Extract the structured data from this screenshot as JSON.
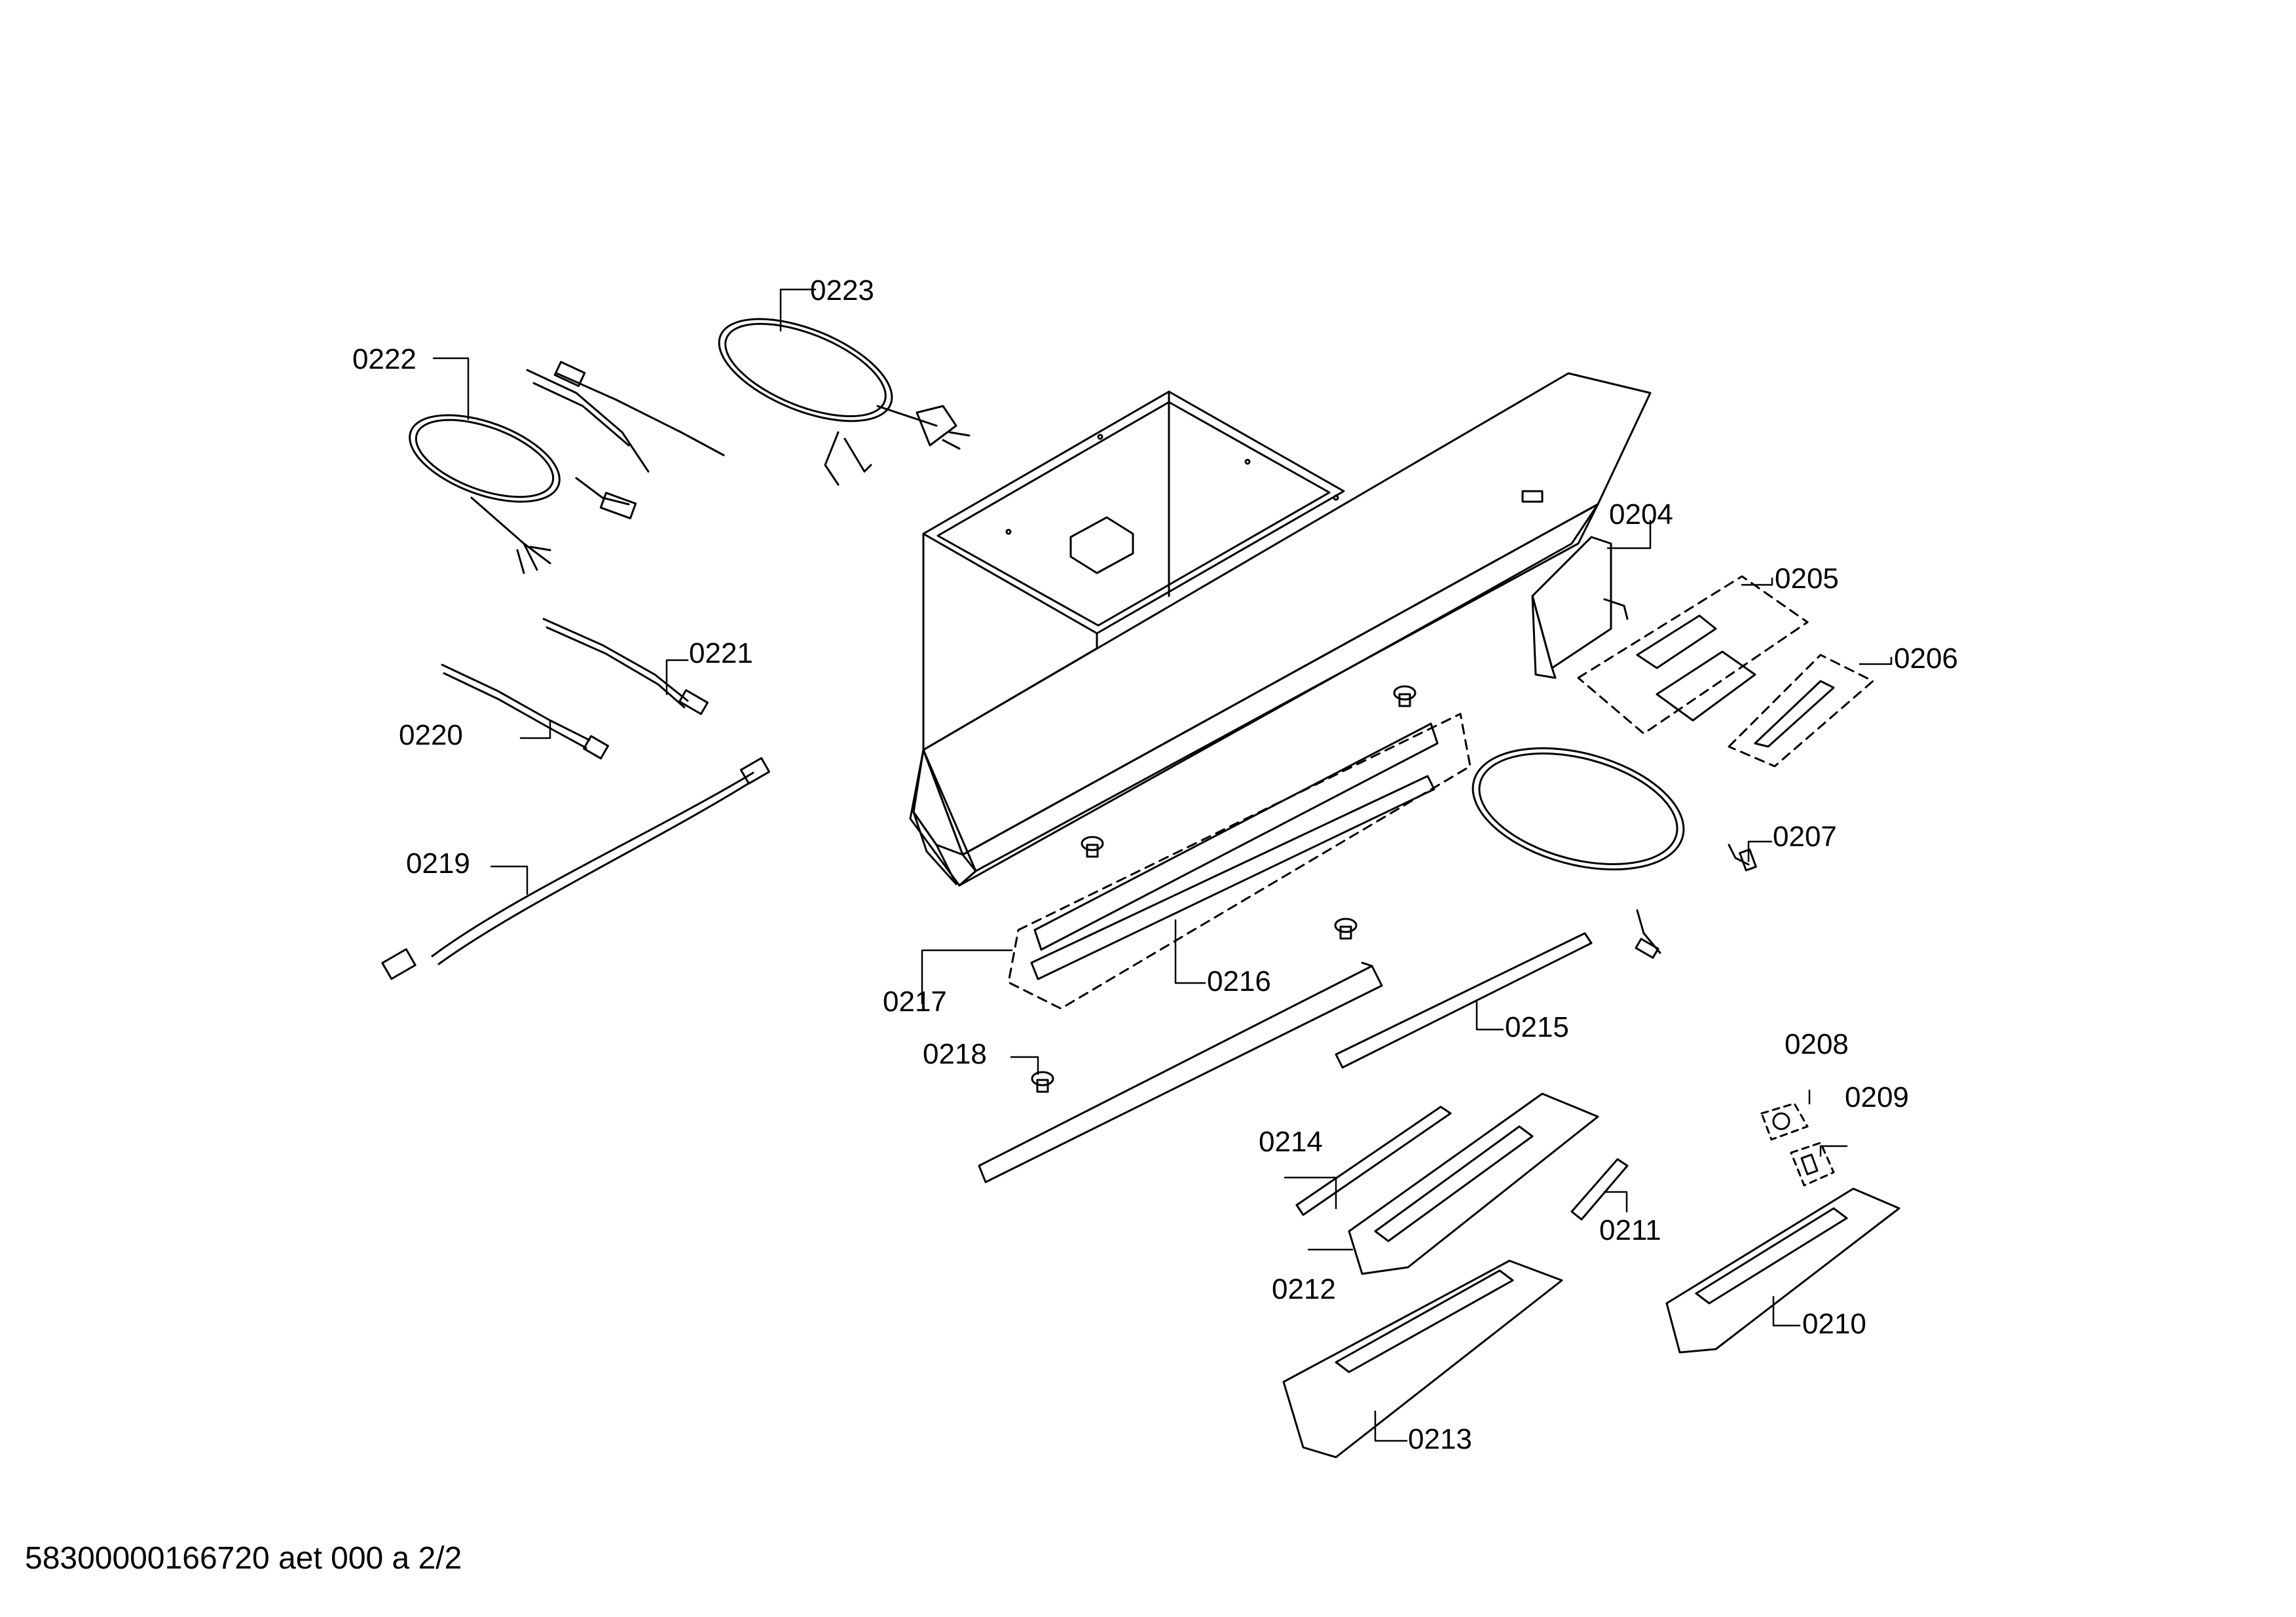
{
  "parts": [
    {
      "id": "p0222",
      "label": "0222"
    },
    {
      "id": "p0223",
      "label": "0223"
    },
    {
      "id": "p0204",
      "label": "0204"
    },
    {
      "id": "p0205",
      "label": "0205"
    },
    {
      "id": "p0206",
      "label": "0206"
    },
    {
      "id": "p0221",
      "label": "0221"
    },
    {
      "id": "p0220",
      "label": "0220"
    },
    {
      "id": "p0219",
      "label": "0219"
    },
    {
      "id": "p0207",
      "label": "0207"
    },
    {
      "id": "p0217",
      "label": "0217"
    },
    {
      "id": "p0216",
      "label": "0216"
    },
    {
      "id": "p0215",
      "label": "0215"
    },
    {
      "id": "p0218",
      "label": "0218"
    },
    {
      "id": "p0208",
      "label": "0208"
    },
    {
      "id": "p0209",
      "label": "0209"
    },
    {
      "id": "p0214",
      "label": "0214"
    },
    {
      "id": "p0211",
      "label": "0211"
    },
    {
      "id": "p0212",
      "label": "0212"
    },
    {
      "id": "p0210",
      "label": "0210"
    },
    {
      "id": "p0213",
      "label": "0213"
    }
  ],
  "footer": {
    "text": "58300000166720 aet 000 a 2/2"
  }
}
